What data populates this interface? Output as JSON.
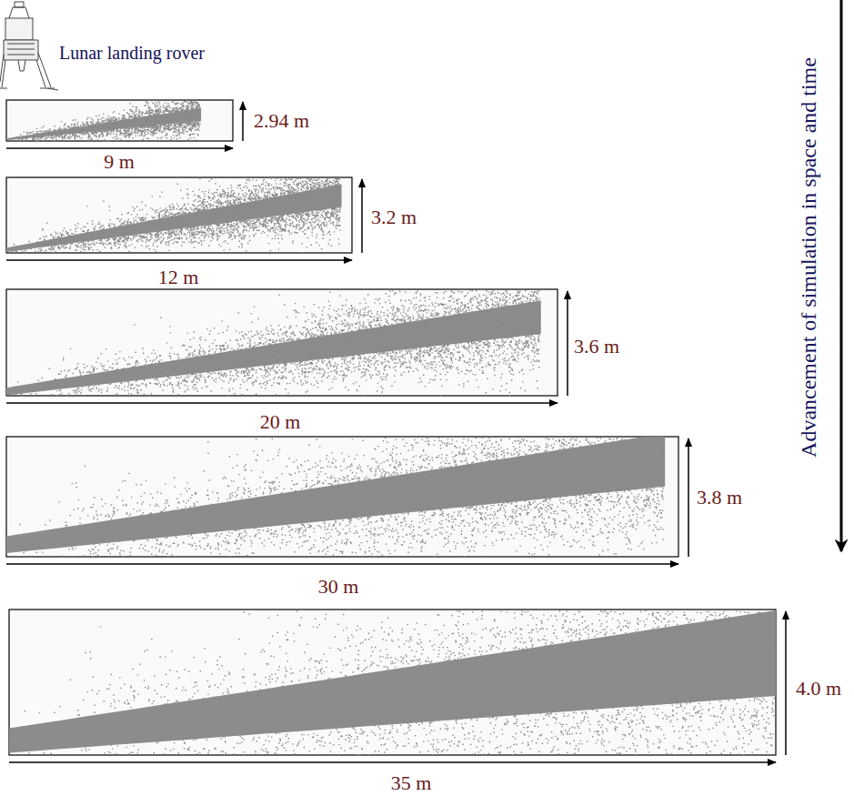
{
  "diagram": {
    "labels": [
      "Lunar landing rover",
      "2.94 m",
      "9 m",
      "3.2 m",
      "12 m",
      "3.6 m",
      "20 m",
      "3.8 m",
      "30 m",
      "4.0 m",
      "35 m",
      "Advancement of simulation in space and time"
    ]
  }
}
